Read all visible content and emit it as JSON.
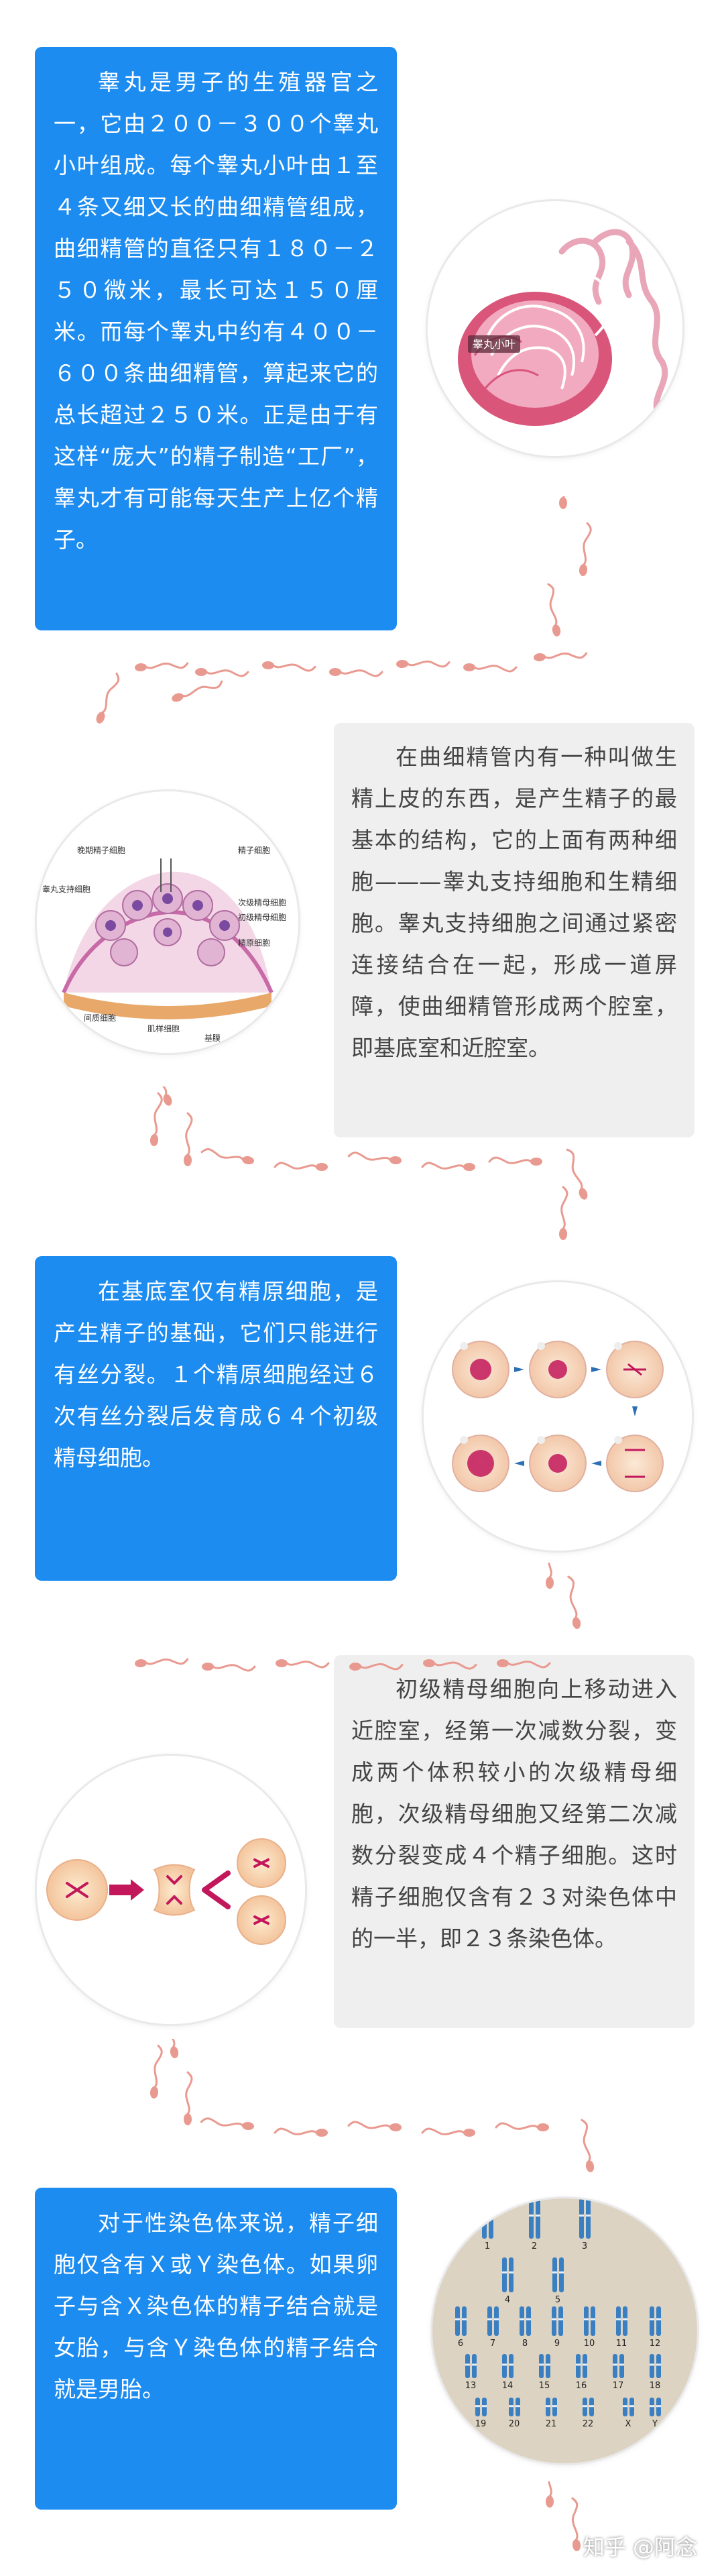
{
  "sections": [
    {
      "style": "blue",
      "text": "睾丸是男子的生殖器官之一，它由２００－３００个睾丸小叶组成。每个睾丸小叶由１至４条又细又长的曲细精管组成，曲细精管的直径只有１８０－２５０微米，最长可达１５０厘米。而每个睾丸中约有４００－６００条曲细精管，算起来它的总长超过２５０米。正是由于有这样“庞大”的精子制造“工厂”，睾丸才有可能每天生产上亿个精子。"
    },
    {
      "style": "gray",
      "text": "在曲细精管内有一种叫做生精上皮的东西，是产生精子的最基本的结构，它的上面有两种细胞———睾丸支持细胞和生精细胞。睾丸支持细胞之间通过紧密连接结合在一起，形成一道屏障，使曲细精管形成两个腔室，即基底室和近腔室。"
    },
    {
      "style": "blue",
      "text": "在基底室仅有精原细胞，是产生精子的基础，它们只能进行有丝分裂。１个精原细胞经过６次有丝分裂后发育成６４个初级精母细胞。"
    },
    {
      "style": "gray",
      "text": "初级精母细胞向上移动进入近腔室，经第一次减数分裂，变成两个体积较小的次级精母细胞，次级精母细胞又经第二次减数分裂变成４个精子细胞。这时精子细胞仅含有２３对染色体中的一半，即２３条染色体。"
    },
    {
      "style": "blue",
      "text": "对于性染色体来说，精子细胞仅含有Ｘ或Ｙ染色体。如果卵子与含Ｘ染色体的精子结合就是女胎，与含Ｙ染色体的精子结合就是男胎。"
    }
  ],
  "illustrations": {
    "testis": {
      "label": "睾丸小叶"
    },
    "tubule": {
      "labels": [
        "晚期精子细胞",
        "精子细胞",
        "睾丸支持细胞",
        "次级精母细胞",
        "初级精母细胞",
        "精原细胞",
        "间质细胞",
        "肌样细胞",
        "基膜"
      ]
    },
    "mitosis": {},
    "meiosis": {},
    "karyotype": {
      "labels": [
        "1",
        "2",
        "3",
        "4",
        "5",
        "6",
        "7",
        "8",
        "9",
        "10",
        "11",
        "12",
        "13",
        "14",
        "15",
        "16",
        "17",
        "18",
        "19",
        "20",
        "21",
        "22",
        "X",
        "Y"
      ]
    }
  },
  "watermark": "知乎 @阿念",
  "colors": {
    "blue_box": "#1d8cf0",
    "gray_box": "#efefef",
    "sperm": "#e99a90",
    "chromosome": "#3a7fc1"
  }
}
